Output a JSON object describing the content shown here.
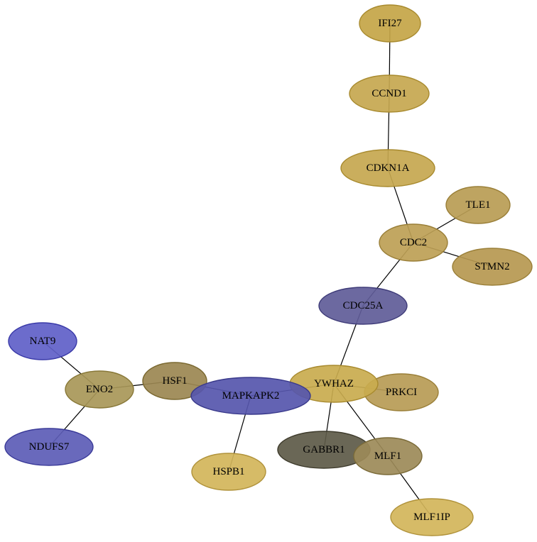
{
  "graph": {
    "nodes": [
      {
        "id": "IFI27",
        "label": "IFI27",
        "color": "#c4a546",
        "stroke": "#a88a2e"
      },
      {
        "id": "CCND1",
        "label": "CCND1",
        "color": "#c6a74f",
        "stroke": "#a88a2e"
      },
      {
        "id": "CDKN1A",
        "label": "CDKN1A",
        "color": "#c6a74f",
        "stroke": "#a88a2e"
      },
      {
        "id": "TLE1",
        "label": "TLE1",
        "color": "#b99c54",
        "stroke": "#9a7f38"
      },
      {
        "id": "CDC2",
        "label": "CDC2",
        "color": "#bda055",
        "stroke": "#9a7f38"
      },
      {
        "id": "STMN2",
        "label": "STMN2",
        "color": "#b69850",
        "stroke": "#9a7f38"
      },
      {
        "id": "CDC25A",
        "label": "CDC25A",
        "color": "#5f5c98",
        "stroke": "#3e3b78"
      },
      {
        "id": "NAT9",
        "label": "NAT9",
        "color": "#5f5fc8",
        "stroke": "#3a3aa8"
      },
      {
        "id": "ENO2",
        "label": "ENO2",
        "color": "#a89758",
        "stroke": "#887838"
      },
      {
        "id": "HSF1",
        "label": "HSF1",
        "color": "#9b8751",
        "stroke": "#7a6830"
      },
      {
        "id": "MAPKAPK2",
        "label": "MAPKAPK2",
        "color": "#5656ac",
        "stroke": "#38388a"
      },
      {
        "id": "YWHAZ",
        "label": "YWHAZ",
        "color": "#c9ab4e",
        "stroke": "#a88a2e"
      },
      {
        "id": "PRKCI",
        "label": "PRKCI",
        "color": "#b79b55",
        "stroke": "#9a7f38"
      },
      {
        "id": "NDUFS7",
        "label": "NDUFS7",
        "color": "#5c5cb6",
        "stroke": "#3a3a98"
      },
      {
        "id": "GABBR1",
        "label": "GABBR1",
        "color": "#5d5a48",
        "stroke": "#3e3b2c"
      },
      {
        "id": "MLF1",
        "label": "MLF1",
        "color": "#9c8a58",
        "stroke": "#7a6a38"
      },
      {
        "id": "HSPB1",
        "label": "HSPB1",
        "color": "#d2b55a",
        "stroke": "#b0923a"
      },
      {
        "id": "MLF1IP",
        "label": "MLF1IP",
        "color": "#d2b55a",
        "stroke": "#b0923a"
      }
    ],
    "edges": [
      [
        "IFI27",
        "CCND1"
      ],
      [
        "CCND1",
        "CDKN1A"
      ],
      [
        "CDKN1A",
        "CDC2"
      ],
      [
        "CDC2",
        "TLE1"
      ],
      [
        "CDC2",
        "STMN2"
      ],
      [
        "CDC2",
        "CDC25A"
      ],
      [
        "CDC25A",
        "YWHAZ"
      ],
      [
        "YWHAZ",
        "GABBR1"
      ],
      [
        "YWHAZ",
        "MLF1"
      ],
      [
        "YWHAZ",
        "PRKCI"
      ],
      [
        "YWHAZ",
        "MAPKAPK2"
      ],
      [
        "MLF1",
        "MLF1IP"
      ],
      [
        "MAPKAPK2",
        "HSPB1"
      ],
      [
        "MAPKAPK2",
        "HSF1"
      ],
      [
        "HSF1",
        "ENO2"
      ],
      [
        "ENO2",
        "NAT9"
      ],
      [
        "ENO2",
        "NDUFS7"
      ]
    ]
  }
}
